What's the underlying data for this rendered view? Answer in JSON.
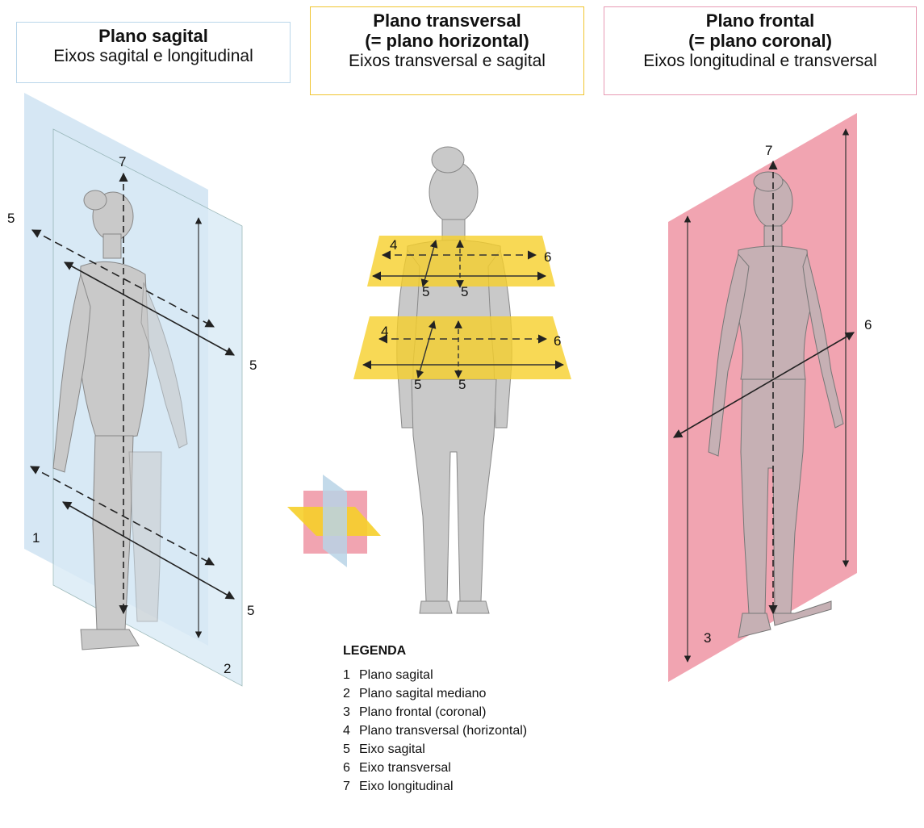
{
  "boxes": [
    {
      "title": "Plano sagital",
      "subtitle": "Eixos sagital e longitudinal"
    },
    {
      "title": "Plano transversal",
      "title2": "(= plano horizontal)",
      "subtitle": "Eixos transversal e sagital"
    },
    {
      "title": "Plano frontal",
      "title2": "(= plano coronal)",
      "subtitle": "Eixos longitudinal e transversal"
    }
  ],
  "labels": {
    "sagittal": {
      "axis7": "7",
      "axis5_top": "5",
      "axis5_mid": "5",
      "axis5_bottom": "5",
      "plane1": "1",
      "plane2": "2"
    },
    "transverse": {
      "upper4": "4",
      "upper6": "6",
      "upper5a": "5",
      "upper5b": "5",
      "lower4": "4",
      "lower6": "6",
      "lower5a": "5",
      "lower5b": "5"
    },
    "frontal": {
      "axis7": "7",
      "axis6": "6",
      "plane3": "3"
    }
  },
  "legend": {
    "title": "LEGENDA",
    "items": [
      {
        "num": "1",
        "text": "Plano sagital"
      },
      {
        "num": "2",
        "text": "Plano sagital mediano"
      },
      {
        "num": "3",
        "text": "Plano frontal (coronal)"
      },
      {
        "num": "4",
        "text": "Plano transversal (horizontal)"
      },
      {
        "num": "5",
        "text": "Eixo sagital"
      },
      {
        "num": "6",
        "text": "Eixo transversal"
      },
      {
        "num": "7",
        "text": "Eixo longitudinal"
      }
    ]
  },
  "colors": {
    "sagittal_plane": "#cfe3f2",
    "transverse_plane": "#f6cf2a",
    "frontal_plane": "#f09aa8",
    "body": "#c9c9c9"
  }
}
